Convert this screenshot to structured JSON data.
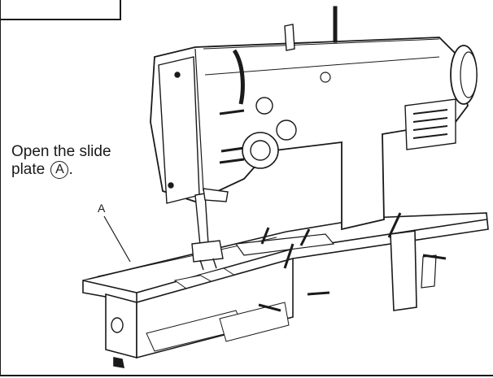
{
  "instruction": {
    "line1": "Open the slide",
    "line2_prefix": "plate",
    "circled_letter": "A",
    "line2_suffix": "."
  },
  "callout_label": "A"
}
